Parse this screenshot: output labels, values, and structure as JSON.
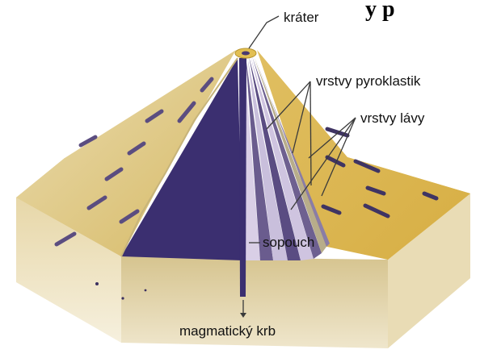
{
  "title_fragment": "y p",
  "labels": {
    "crater": "kráter",
    "pyroclastic_layers": "vrstvy pyroklastik",
    "lava_layers": "vrstvy lávy",
    "conduit": "sopouch",
    "magma_chamber": "magmatický krb"
  },
  "colors": {
    "sand": "#dcc07a",
    "ochre": "#d8b04a",
    "block_front": "#efe4c6",
    "block_side": "#d9cca3",
    "magma": "#3b2f70",
    "layer_light": "#c9bfdc",
    "layer_dark": "#6a5c8e"
  }
}
